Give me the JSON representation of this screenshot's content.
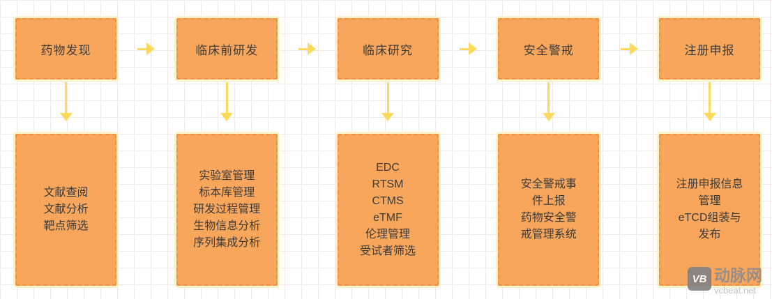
{
  "stages": [
    {
      "title": "药物发现",
      "details": [
        "文献查阅",
        "文献分析",
        "靶点筛选"
      ]
    },
    {
      "title": "临床前研发",
      "details": [
        "实验室管理",
        "标本库管理",
        "研发过程管理",
        "生物信息分析",
        "序列集成分析"
      ]
    },
    {
      "title": "临床研究",
      "details": [
        "EDC",
        "RTSM",
        "CTMS",
        "eTMF",
        "伦理管理",
        "受试者筛选"
      ]
    },
    {
      "title": "安全警戒",
      "details": [
        "安全警戒事",
        "件上报",
        "药物安全警",
        "戒管理系统"
      ]
    },
    {
      "title": "注册申报",
      "details": [
        "注册申报信息",
        "管理",
        "eTCD组装与",
        "发布"
      ]
    }
  ],
  "watermark": {
    "logo": "VB",
    "name": "动脉网",
    "site": "vcbeat.net"
  },
  "colors": {
    "box_fill": "#F7A65C",
    "box_border": "#ED9040",
    "box_halo": "#FBF2CA",
    "arrow": "#FFD95C",
    "watermark_gray": "#8E8E8E",
    "grid_line": "#F2E8E8"
  }
}
